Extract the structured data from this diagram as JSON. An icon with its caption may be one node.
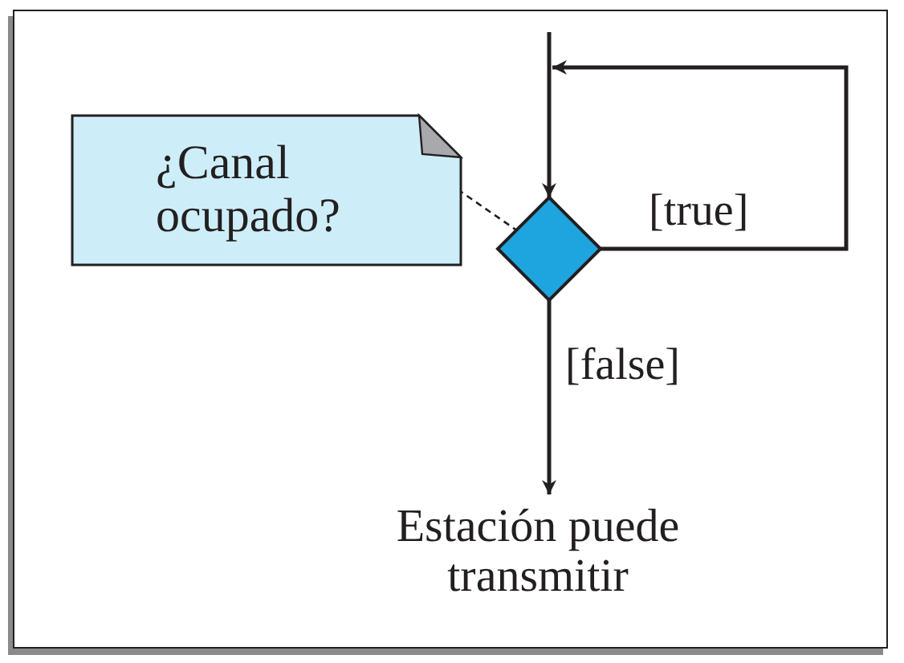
{
  "diagram": {
    "nodes": [
      {
        "text": [
          "¿Canal ocupado?"
        ]
      },
      {
        "text": [],
        "shape": "diamond"
      },
      {
        "text": [
          "Estación puede transmitir"
        ]
      }
    ],
    "edges": [
      {
        "from": null,
        "to": 1,
        "arrow": "to"
      },
      {
        "from": 1,
        "to": 1,
        "arrow": "to",
        "label": "[true]"
      },
      {
        "from": 1,
        "to": 2,
        "arrow": "to",
        "label": "[false]"
      },
      {
        "from": 0,
        "to": 1,
        "arrow": "none",
        "style": "dashed"
      }
    ]
  }
}
